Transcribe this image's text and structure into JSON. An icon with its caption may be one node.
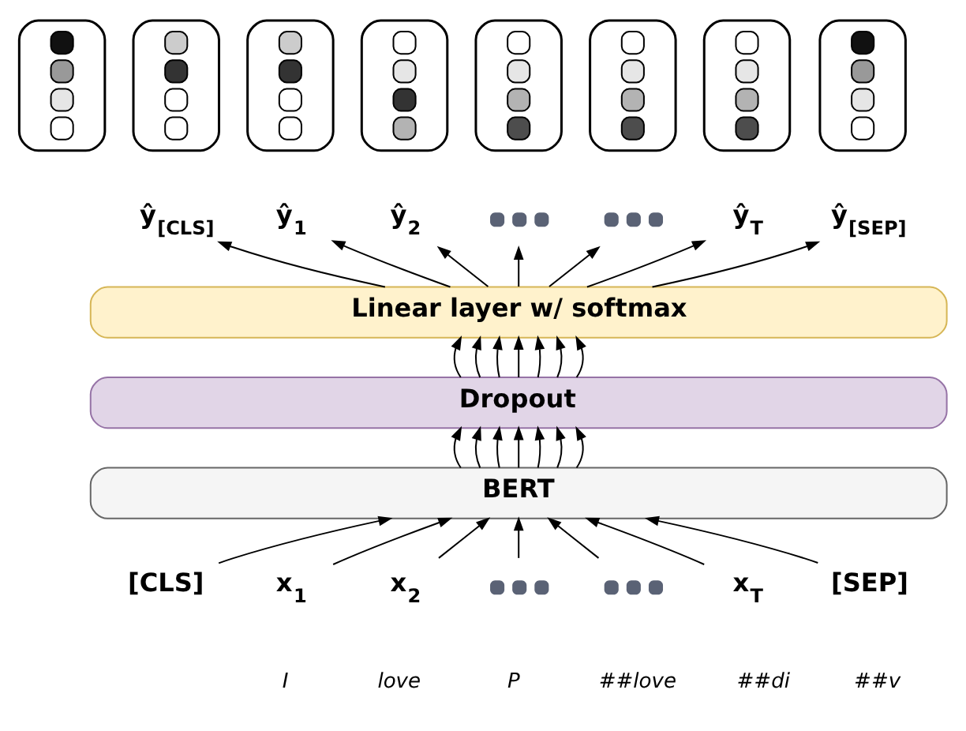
{
  "diagram": {
    "nodes": [
      {
        "text": [],
        "shape": "box"
      },
      {
        "text": [],
        "shape": "box"
      },
      {
        "text": [],
        "shape": "box"
      },
      {
        "text": [],
        "shape": "box"
      },
      {
        "text": [],
        "shape": "box"
      },
      {
        "text": [],
        "shape": "box"
      },
      {
        "text": [],
        "shape": "box"
      },
      {
        "text": [],
        "shape": "box"
      },
      {
        "text": [
          "ŷ$_{[CLS]}$"
        ]
      },
      {
        "text": [
          "ŷ$_{1}$"
        ]
      },
      {
        "text": [
          "ŷ$_{2}$"
        ]
      },
      {
        "text": [],
        "shape": "dots"
      },
      {
        "text": [],
        "shape": "dots"
      },
      {
        "text": [
          "ŷ$_{T}$"
        ]
      },
      {
        "text": [
          "ŷ$_{[SEP]}$"
        ]
      },
      {
        "text": [
          "Linear layer w/ softmax"
        ]
      },
      {
        "text": [
          "Dropout"
        ]
      },
      {
        "text": [
          "BERT"
        ]
      },
      {
        "text": [
          "[CLS]"
        ]
      },
      {
        "text": [
          "x$_{1}$"
        ]
      },
      {
        "text": [
          "x$_{2}$"
        ]
      },
      {
        "text": [],
        "shape": "dots"
      },
      {
        "text": [],
        "shape": "dots"
      },
      {
        "text": [
          "x$_{T}$"
        ]
      },
      {
        "text": [
          "[SEP]"
        ]
      }
    ],
    "edges": [
      {
        "from": 18,
        "to": 17,
        "arrow": "to"
      },
      {
        "from": 19,
        "to": 17,
        "arrow": "to"
      },
      {
        "from": 20,
        "to": 17,
        "arrow": "to"
      },
      {
        "from": 21,
        "to": 17,
        "arrow": "to"
      },
      {
        "from": 22,
        "to": 17,
        "arrow": "to"
      },
      {
        "from": 23,
        "to": 17,
        "arrow": "to"
      },
      {
        "from": 24,
        "to": 17,
        "arrow": "to"
      },
      {
        "from": 17,
        "to": 16,
        "arrow": "to"
      },
      {
        "from": 17,
        "to": 16,
        "arrow": "to"
      },
      {
        "from": 17,
        "to": 16,
        "arrow": "to"
      },
      {
        "from": 17,
        "to": 16,
        "arrow": "to"
      },
      {
        "from": 17,
        "to": 16,
        "arrow": "to"
      },
      {
        "from": 17,
        "to": 16,
        "arrow": "to"
      },
      {
        "from": 17,
        "to": 16,
        "arrow": "to"
      },
      {
        "from": 16,
        "to": 15,
        "arrow": "to"
      },
      {
        "from": 16,
        "to": 15,
        "arrow": "to"
      },
      {
        "from": 16,
        "to": 15,
        "arrow": "to"
      },
      {
        "from": 16,
        "to": 15,
        "arrow": "to"
      },
      {
        "from": 16,
        "to": 15,
        "arrow": "to"
      },
      {
        "from": 16,
        "to": 15,
        "arrow": "to"
      },
      {
        "from": 16,
        "to": 15,
        "arrow": "to"
      },
      {
        "from": 15,
        "to": 8,
        "arrow": "to"
      },
      {
        "from": 15,
        "to": 9,
        "arrow": "to"
      },
      {
        "from": 15,
        "to": 10,
        "arrow": "to"
      },
      {
        "from": 15,
        "to": 11,
        "arrow": "to"
      },
      {
        "from": 15,
        "to": 12,
        "arrow": "to"
      },
      {
        "from": 15,
        "to": 13,
        "arrow": "to"
      },
      {
        "from": 15,
        "to": 14,
        "arrow": "to"
      }
    ],
    "labels": [
      "I",
      "love",
      "P",
      "##love",
      "##di",
      "##v"
    ]
  }
}
